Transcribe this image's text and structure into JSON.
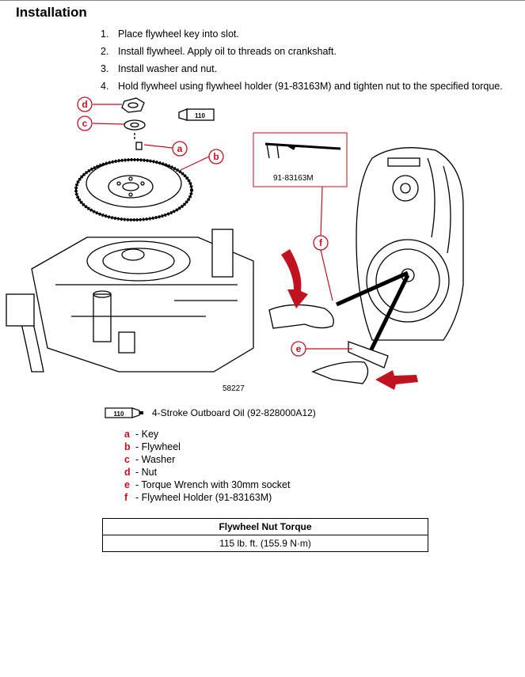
{
  "title": "Installation",
  "steps": [
    {
      "num": "1.",
      "text": "Place flywheel key into slot."
    },
    {
      "num": "2.",
      "text": "Install flywheel. Apply oil to threads on crankshaft."
    },
    {
      "num": "3.",
      "text": "Install washer and nut."
    },
    {
      "num": "4.",
      "text": "Hold flywheel using flywheel holder (91-83163M) and tighten nut to the specified torque."
    }
  ],
  "figure": {
    "callouts": [
      "a",
      "b",
      "c",
      "d",
      "e",
      "f"
    ],
    "tool_label": "91-83163M",
    "tube_label": "110",
    "figure_number": "58227"
  },
  "lubricant": {
    "code": "110",
    "text": "4-Stroke Outboard Oil (92-828000A12)"
  },
  "legend": [
    {
      "key": "a",
      "text": "- Key"
    },
    {
      "key": "b",
      "text": "- Flywheel"
    },
    {
      "key": "c",
      "text": "- Washer"
    },
    {
      "key": "d",
      "text": "- Nut"
    },
    {
      "key": "e",
      "text": "- Torque Wrench with 30mm socket"
    },
    {
      "key": "f",
      "text": "- Flywheel Holder (91-83163M)"
    }
  ],
  "torque_table": {
    "header": "Flywheel Nut Torque",
    "value": "115 lb. ft. (155.9 N·m)"
  },
  "colors": {
    "callout": "#c1121f",
    "arrow": "#c1121f"
  }
}
